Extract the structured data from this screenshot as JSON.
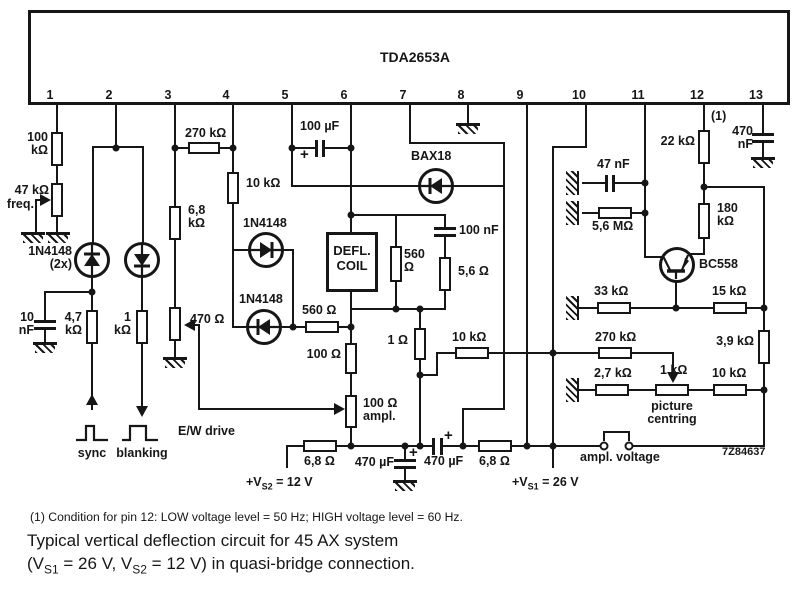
{
  "ic": {
    "title": "TDA2653A",
    "pins": [
      "1",
      "2",
      "3",
      "4",
      "5",
      "6",
      "7",
      "8",
      "9",
      "10",
      "11",
      "12",
      "13"
    ]
  },
  "labels": {
    "r100k": "100\nkΩ",
    "p47k": "47 kΩ",
    "freq": "freq.",
    "dpair": "1N4148\n(2x)",
    "c10n": "10\nnF",
    "r4k7": "4,7\nkΩ",
    "r1k_a": "1\nkΩ",
    "sync": "sync",
    "blanking": "blanking",
    "r6k8_v": "6,8\nkΩ",
    "p470": "470 Ω",
    "ew": "E/W drive",
    "r270_a": "270 kΩ",
    "r10k_a": "10 kΩ",
    "d1": "1N4148",
    "d2": "1N4148",
    "r560_h": "560 Ω",
    "c100u": "100 µF",
    "plus": "+",
    "bax18": "BAX18",
    "coil": "DEFL.\nCOIL",
    "r560_v": "560\nΩ",
    "c100n": "100 nF",
    "r5r6": "5,6 Ω",
    "r100_v": "100 Ω",
    "r1": "1 Ω",
    "p100": "100 Ω\nampl.",
    "r10k_b": "10 kΩ",
    "r270_b": "270 kΩ",
    "r33k": "33 kΩ",
    "r15k": "15 kΩ",
    "r2k7": "2,7 kΩ",
    "p1k": "1 kΩ",
    "r10k_c": "10 kΩ",
    "r3k9": "3,9 kΩ",
    "pict": "picture\ncentring",
    "c47n": "47 nF",
    "r5m6": "5,6 MΩ",
    "r22k": "22 kΩ",
    "note": "(1)",
    "c470n": "470\nnF",
    "r180k": "180\nkΩ",
    "bc558": "BC558",
    "r6r8_a": "6,8 Ω",
    "c470u_a": "470 µF",
    "c470u_b": "470 µF",
    "r6r8_b": "6,8 Ω",
    "amplv": "ampl. voltage",
    "code": "7Z84637"
  },
  "supplies": {
    "vs2": {
      "pre": "+V",
      "sub": "S2",
      "post": " = 12 V"
    },
    "vs1": {
      "pre": "+V",
      "sub": "S1",
      "post": " = 26 V"
    }
  },
  "footer": {
    "note": "(1) Condition for pin 12: LOW voltage level = 50 Hz; HIGH voltage level = 60 Hz.",
    "caption1": "Typical vertical deflection circuit for 45 AX system",
    "caption2": {
      "pre": "(V",
      "sub1": "S1",
      "mid": " = 26 V, V",
      "sub2": "S2",
      "post": " = 12 V) in quasi-bridge connection."
    }
  },
  "colors": {
    "ink": "#161616",
    "background": "#ffffff"
  }
}
